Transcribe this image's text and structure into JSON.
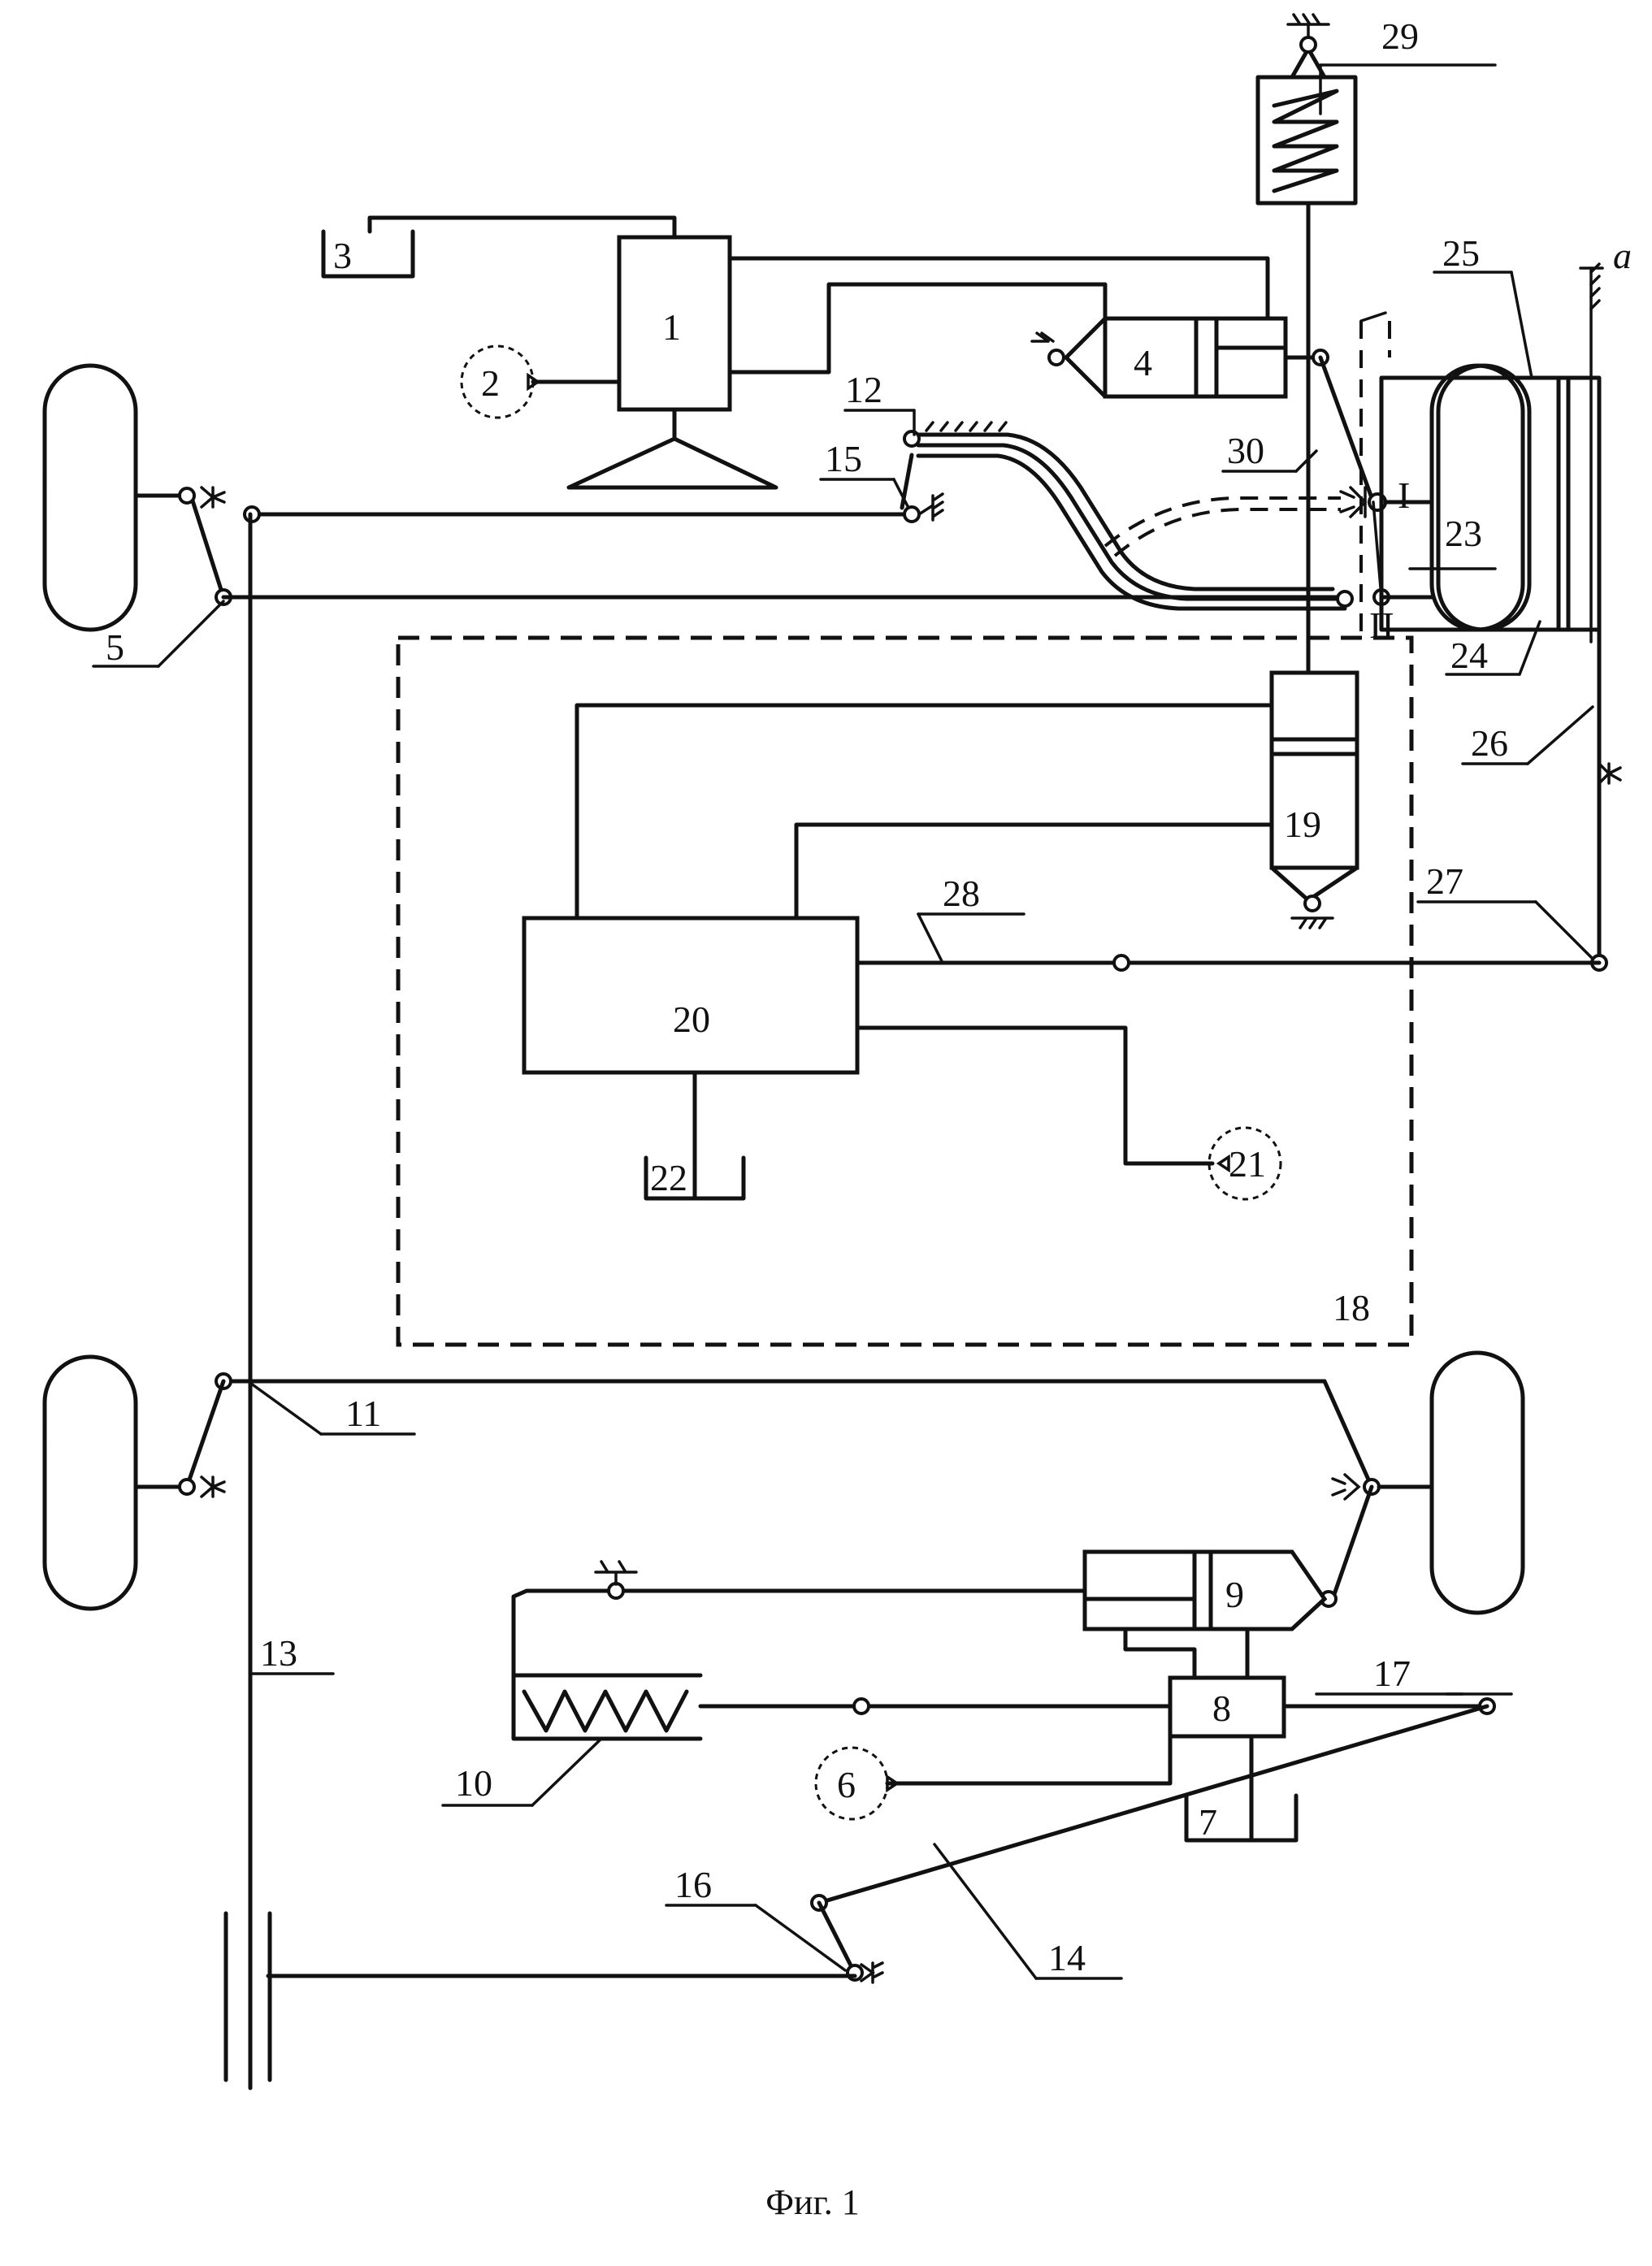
{
  "figure": {
    "caption": "Фиг. 1",
    "labels": {
      "n1": "1",
      "n2": "2",
      "n3": "3",
      "n4": "4",
      "n5": "5",
      "n6": "6",
      "n7": "7",
      "n8": "8",
      "n9": "9",
      "n10": "10",
      "n11": "11",
      "n12": "12",
      "n13": "13",
      "n14": "14",
      "n15": "15",
      "n16": "16",
      "n17": "17",
      "n18": "18",
      "n19": "19",
      "n20": "20",
      "n21": "21",
      "n22": "22",
      "n23": "23",
      "n24": "24",
      "n25": "25",
      "n26": "26",
      "n27": "27",
      "n28": "28",
      "n29": "29",
      "n30": "30",
      "a": "a",
      "I": "I",
      "II": "II"
    }
  }
}
